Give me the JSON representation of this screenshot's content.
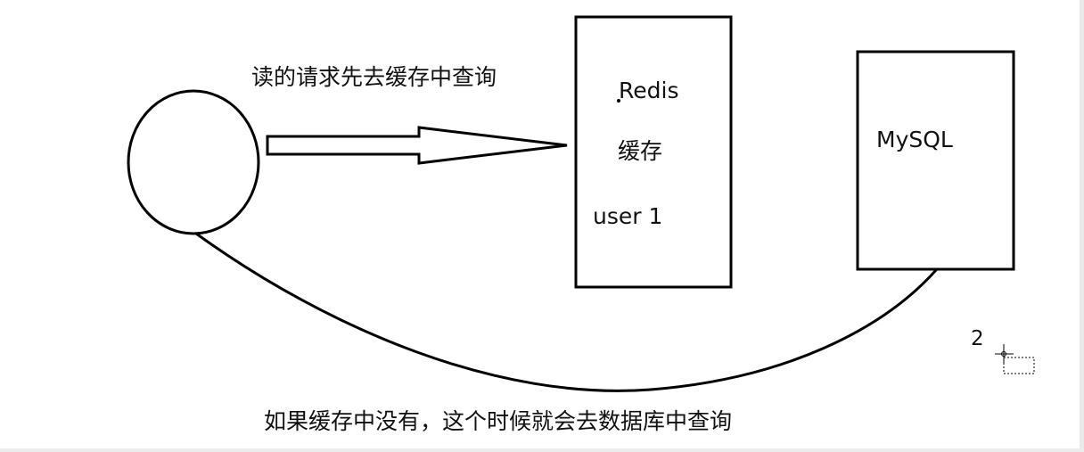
{
  "captions": {
    "read_request": "读的请求先去缓存中查询",
    "cache_miss": "如果缓存中没有，这个时候就会去数据库中查询"
  },
  "redis_box": {
    "title": "Redis",
    "subtitle": "缓存",
    "data": "user 1"
  },
  "mysql_box": {
    "title": "MySQL"
  },
  "annotation": {
    "step": "2"
  },
  "colors": {
    "stroke": "#000000",
    "background": "#ffffff",
    "text": "#111111"
  }
}
